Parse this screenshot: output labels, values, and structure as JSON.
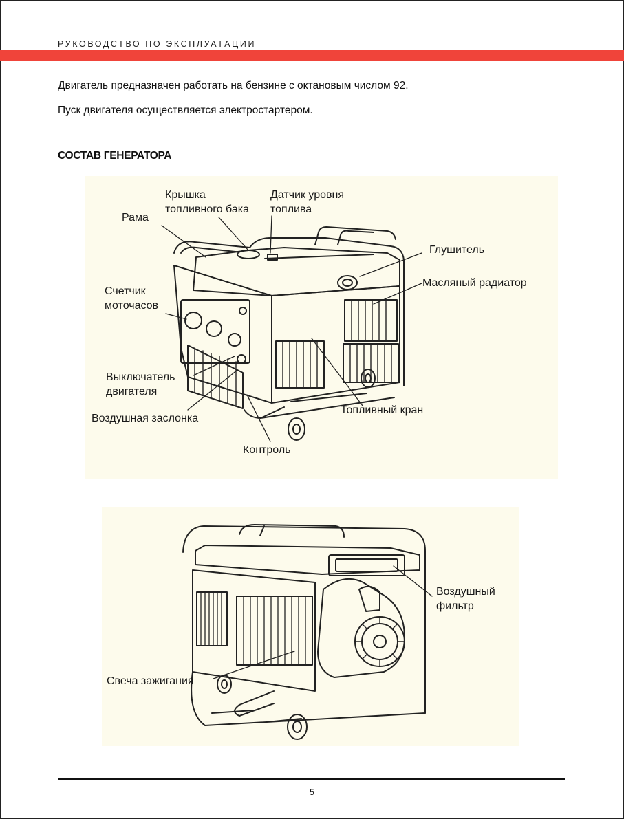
{
  "header": {
    "running_title": "РУКОВОДСТВО ПО ЭКСПЛУАТАЦИИ",
    "accent_color": "#f0443a"
  },
  "body": {
    "paragraphs": [
      "Двигатель предназначен работать на бензине с октановым числом 92.",
      "Пуск двигателя осуществляется электростартером."
    ],
    "section_title": "СОСТАВ ГЕНЕРАТОРА"
  },
  "figure_front": {
    "background": "#fdfbec",
    "labels": {
      "tank_cap": "Крышка\nтопливного бака",
      "fuel_gauge": "Датчик уровня\nтоплива",
      "frame": "Рама",
      "muffler": "Глушитель",
      "oil_cooler": "Масляный радиатор",
      "hour_meter": "Счетчик\nмоточасов",
      "engine_switch": "Выключатель\nдвигателя",
      "choke": "Воздушная заслонка",
      "fuel_valve": "Топливный кран",
      "control": "Контроль"
    }
  },
  "figure_rear": {
    "background": "#fdfbec",
    "labels": {
      "air_filter": "Воздушный\nфильтр",
      "spark_plug": "Свеча зажигания"
    }
  },
  "footer": {
    "page_number": "5"
  }
}
